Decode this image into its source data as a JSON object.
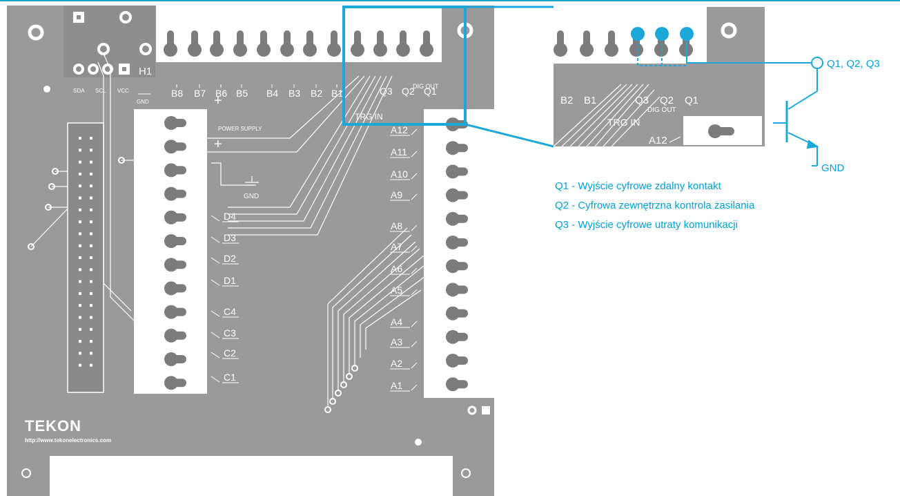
{
  "colors": {
    "board": "#9a9a9a",
    "terminal": "#ffffff",
    "pin": "#7c7c7c",
    "accent": "#1ba8d8"
  },
  "board": {
    "header_label": "H1",
    "i2c_labels": [
      "SDA",
      "SCL",
      "VCC",
      "GND"
    ],
    "top_terminals": [
      "B8",
      "B7",
      "B6",
      "B5",
      "B4",
      "B3",
      "B2",
      "B1"
    ],
    "dig_out_pins": [
      "Q3",
      "Q2",
      "Q1"
    ],
    "dig_out_label": "DIG OUT",
    "trg_in_label": "TRG IN",
    "power_label": "POWER SUPPLY",
    "power_gnd": "GND",
    "left_terminals": [
      "D4",
      "D3",
      "D2",
      "D1",
      "C4",
      "C3",
      "C2",
      "C1"
    ],
    "right_terminals": [
      "A12",
      "A11",
      "A10",
      "A9",
      "A8",
      "A7",
      "A6",
      "A5",
      "A4",
      "A3",
      "A2",
      "A1"
    ],
    "logo": "TEKON",
    "url": "http://www.tekonelectronics.com"
  },
  "zoom": {
    "terminals": [
      "B2",
      "B1"
    ],
    "dig_out_pins": [
      "Q3",
      "Q2",
      "Q1"
    ],
    "dig_out_label": "DIG OUT",
    "trg_in_label": "TRG IN",
    "a_terminal": "A12"
  },
  "schematic": {
    "output_label": "Q1, Q2, Q3",
    "gnd_label": "GND"
  },
  "legend": [
    "Q1 - Wyjście cyfrowe zdalny kontakt",
    "Q2 - Cyfrowa zewnętrzna kontrola zasilania",
    "Q3 - Wyjście cyfrowe utraty komunikacji"
  ]
}
